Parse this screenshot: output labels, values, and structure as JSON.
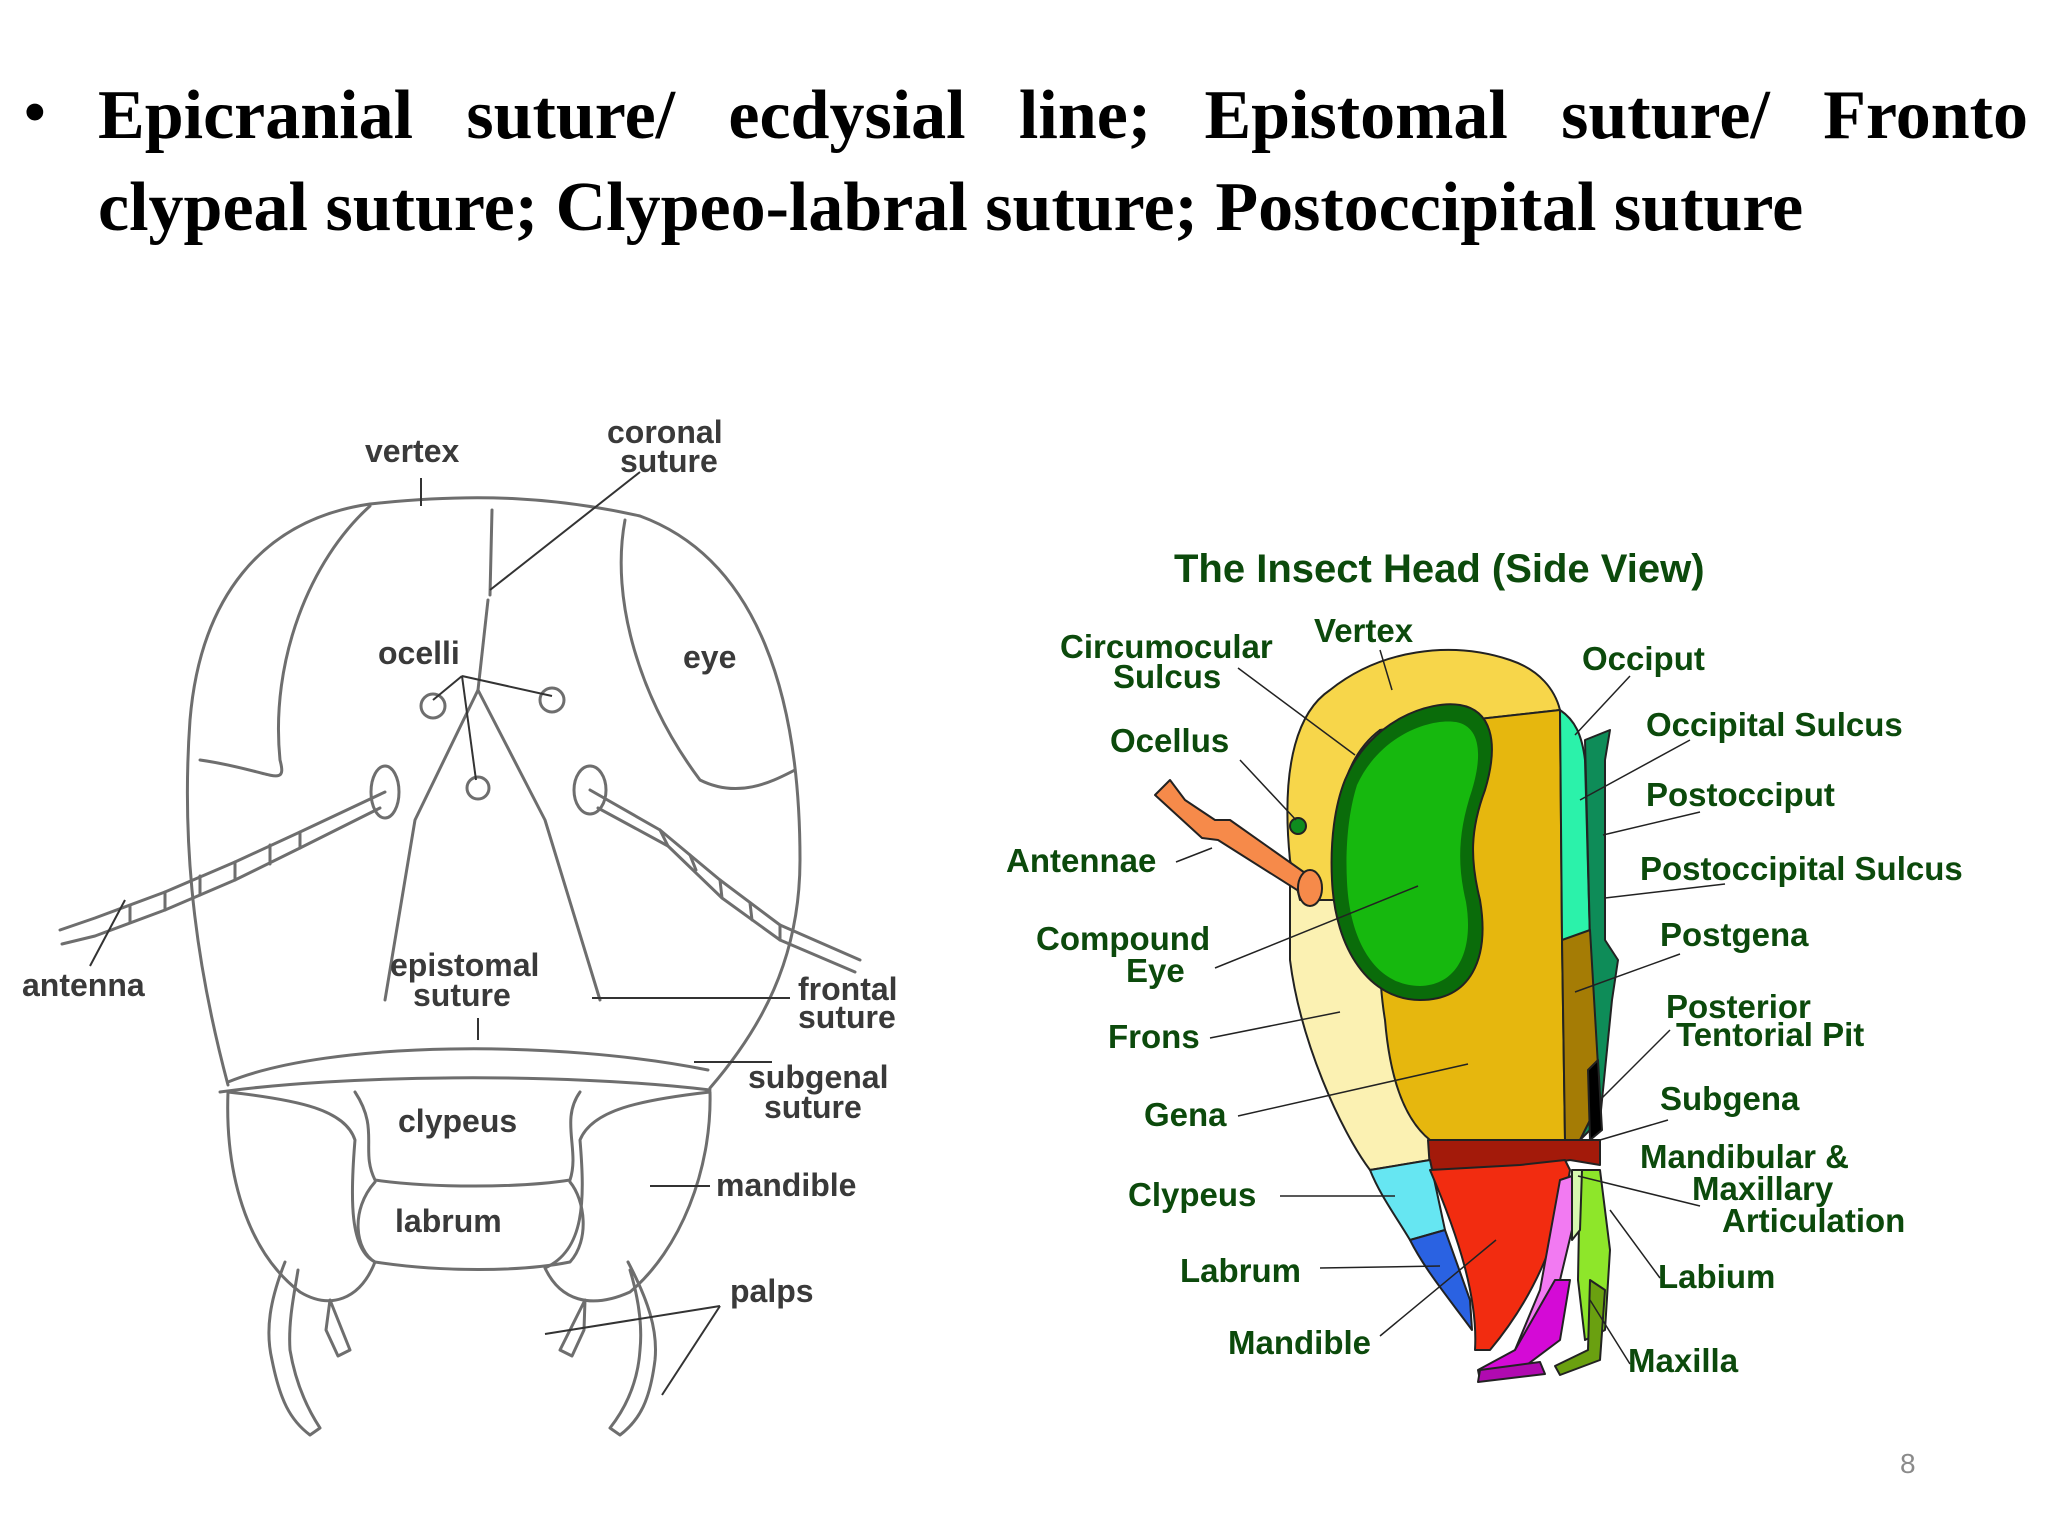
{
  "slide": {
    "bullet_line1": "Epicranial suture/ ecdysial line; Epistomal suture/ Fronto",
    "bullet_line2": "clypeal suture; Clypeo-labral suture; Postoccipital suture",
    "page_number": "8"
  },
  "front_view": {
    "labels": {
      "vertex": "vertex",
      "coronal_1": "coronal",
      "coronal_2": "suture",
      "ocelli": "ocelli",
      "eye": "eye",
      "antenna": "antenna",
      "epistomal_1": "epistomal",
      "epistomal_2": "suture",
      "frontal_1": "frontal",
      "frontal_2": "suture",
      "subgenal_1": "subgenal",
      "subgenal_2": "suture",
      "clypeus": "clypeus",
      "mandible": "mandible",
      "labrum": "labrum",
      "palps": "palps"
    }
  },
  "side_view": {
    "title": "The Insect Head (Side View)",
    "labels": {
      "circumocular_1": "Circumocular",
      "circumocular_2": "Sulcus",
      "vertex": "Vertex",
      "occiput": "Occiput",
      "ocellus": "Ocellus",
      "occipital_sulcus": "Occipital Sulcus",
      "postocciput": "Postocciput",
      "antennae": "Antennae",
      "postoccipital_sulcus": "Postoccipital Sulcus",
      "compound_1": "Compound",
      "compound_2": "Eye",
      "postgena": "Postgena",
      "posterior_1": "Posterior",
      "posterior_2": "Tentorial Pit",
      "frons": "Frons",
      "subgena": "Subgena",
      "gena": "Gena",
      "mandibular_1": "Mandibular &",
      "mandibular_2": "Maxillary",
      "mandibular_3": "Articulation",
      "clypeus": "Clypeus",
      "labium": "Labium",
      "labrum": "Labrum",
      "mandible": "Mandible",
      "maxilla": "Maxilla"
    },
    "colors": {
      "vertex": "#f7d64a",
      "gena": "#e6b70e",
      "frons": "#fbf1b2",
      "eye": "#16b80e",
      "eye_ring": "#0a6c0a",
      "occiput": "#2bf2aa",
      "postocciput": "#0e8c58",
      "postgena": "#a57c05",
      "subgena": "#a31a0a",
      "mandible": "#f22c10",
      "clypeus": "#66e6f2",
      "labrum": "#2a62e2",
      "antenna": "#f68a4a",
      "maxilla": "#d40ad6",
      "maxilla_light": "#f27af2",
      "labium": "#8ee62a",
      "label_green": "#0c4a0c"
    }
  }
}
